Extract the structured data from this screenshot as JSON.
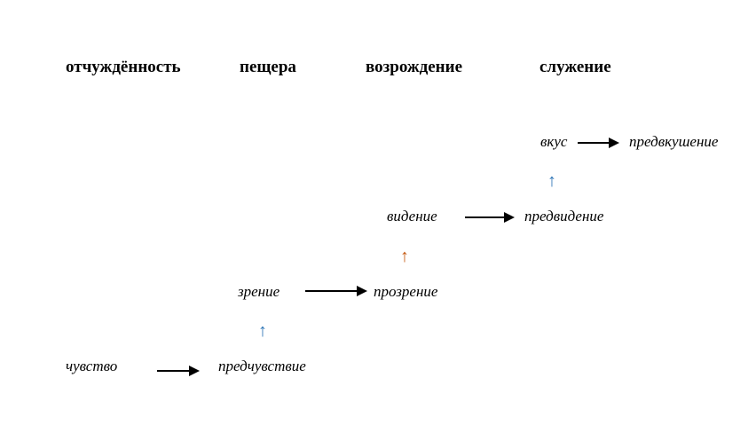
{
  "headers": [
    "отчуждённость",
    "пещера",
    "возрождение",
    "служение"
  ],
  "rows": [
    {
      "from": "чувство",
      "to": "предчувствие"
    },
    {
      "from": "зрение",
      "to": "прозрение"
    },
    {
      "from": "видение",
      "to": "предвидение"
    },
    {
      "from": "вкус",
      "to": "предвкушение"
    }
  ],
  "up_arrows": {
    "symbol": "↑",
    "colors": [
      "#2e75b6",
      "#c55a11",
      "#2e75b6"
    ]
  }
}
